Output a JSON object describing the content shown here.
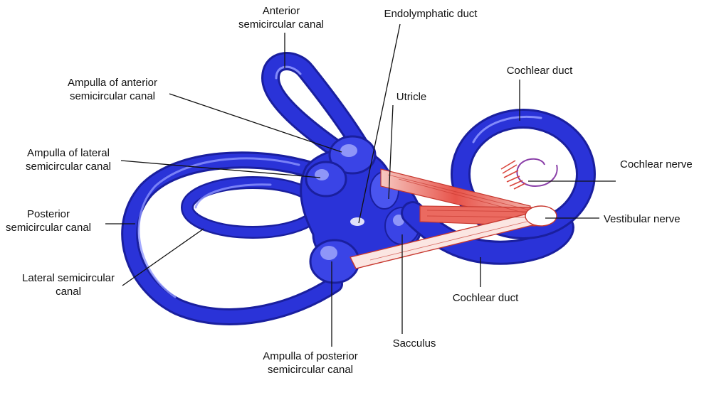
{
  "colors": {
    "labyrinth": "#2a33d8",
    "labyrinth_dark": "#1a1f9e",
    "labyrinth_light": "#8d95ff",
    "nerve": "#e7534a",
    "nerve_light": "#fde3df",
    "leader": "#111111"
  },
  "labels": {
    "anterior_canal": [
      "Anterior",
      "semicircular canal"
    ],
    "endolymphatic_duct": [
      "Endolymphatic duct"
    ],
    "ampulla_anterior": [
      "Ampulla of anterior",
      "semicircular canal"
    ],
    "utricle": [
      "Utricle"
    ],
    "cochlear_duct_top": [
      "Cochlear duct"
    ],
    "ampulla_lateral": [
      "Ampulla of lateral",
      "semicircular canal"
    ],
    "cochlear_nerve": [
      "Cochlear nerve"
    ],
    "posterior_canal": [
      "Posterior",
      "semicircular canal"
    ],
    "vestibular_nerve": [
      "Vestibular nerve"
    ],
    "lateral_canal": [
      "Lateral semicircular",
      "canal"
    ],
    "cochlear_duct_bottom": [
      "Cochlear duct"
    ],
    "sacculus": [
      "Sacculus"
    ],
    "ampulla_posterior": [
      "Ampulla of posterior",
      "semicircular canal"
    ]
  }
}
